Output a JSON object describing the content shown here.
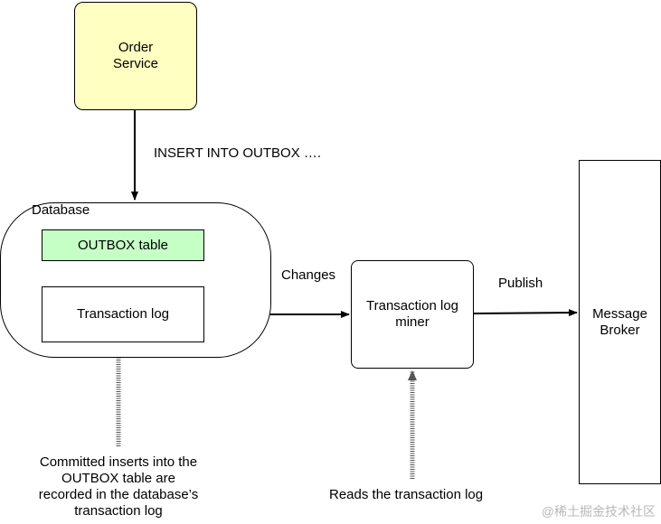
{
  "nodes": {
    "order_service": "Order\nService",
    "database": "Database",
    "outbox_table": "OUTBOX table",
    "transaction_log": "Transaction log",
    "transaction_log_miner": "Transaction log\nminer",
    "message_broker": "Message\nBroker"
  },
  "edges": {
    "insert": "INSERT INTO OUTBOX ….",
    "changes": "Changes",
    "publish": "Publish"
  },
  "notes": {
    "committed_inserts": "Committed inserts into the\nOUTBOX table are\nrecorded in the database’s\ntransaction log",
    "reads_log": "Reads the transaction log"
  },
  "watermark": "@稀土掘金技术社区",
  "colors": {
    "order_service_fill": "#ffffc2",
    "outbox_fill": "#c6ffc6",
    "line": "#000000"
  }
}
